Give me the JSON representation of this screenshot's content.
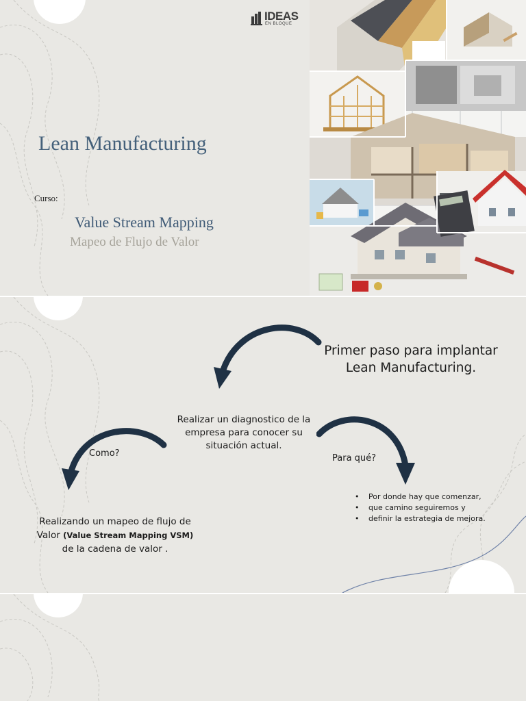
{
  "slide1": {
    "logo": {
      "main": "IDEAS",
      "sub": "EN BLOQUE"
    },
    "title": "Lean Manufacturing",
    "curso_label": "Curso:",
    "course_name": "Value Stream Mapping",
    "course_subtitle": "Mapeo de Flujo de Valor"
  },
  "slide2": {
    "heading_line1": "Primer paso para implantar",
    "heading_line2": "Lean Manufacturing.",
    "center_line1": "Realizar un diagnostico de la",
    "center_line2": "empresa para conocer su",
    "center_line3": "situación actual.",
    "como": "Como?",
    "para_que": "Para qué?",
    "answer_line1": "Realizando un mapeo de flujo de",
    "answer_line2_prefix": "Valor ",
    "answer_line2_bold": "(Value Stream Mapping VSM)",
    "answer_line3": "de la cadena de valor .",
    "bullets": [
      "Por donde hay que comenzar,",
      "que camino seguiremos y",
      "definir la estrategia de mejora."
    ]
  },
  "colors": {
    "slide_bg": "#e9e8e4",
    "title_blue": "#44607a",
    "subtitle_grey": "#a6a39a",
    "arrow_navy": "#1f3144"
  }
}
